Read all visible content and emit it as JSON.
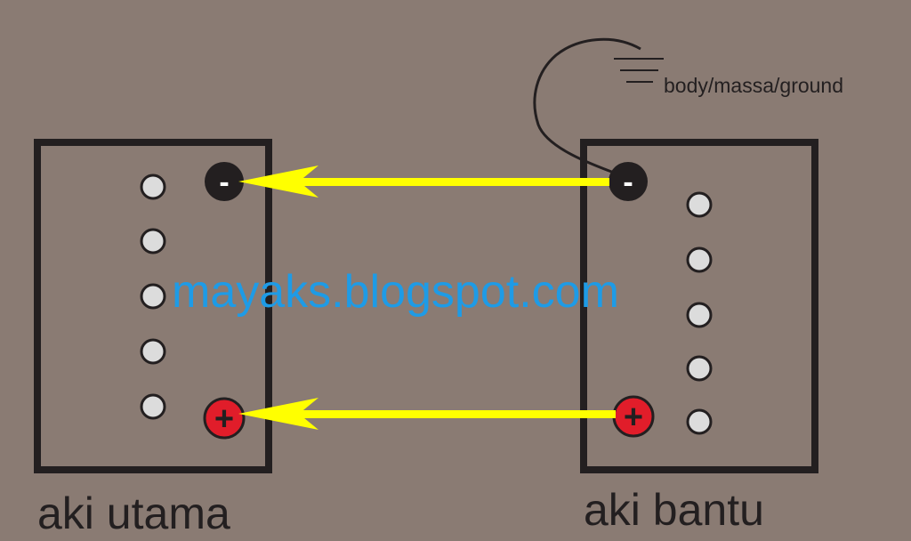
{
  "diagram": {
    "ground_label": "body/massa/ground",
    "watermark": "mayaks.blogspot.com",
    "battery_left": {
      "label": "aki utama",
      "negative_symbol": "-",
      "positive_symbol": "+"
    },
    "battery_right": {
      "label": "aki bantu",
      "negative_symbol": "-",
      "positive_symbol": "+"
    }
  },
  "colors": {
    "background": "#8a7b73",
    "outline": "#231f20",
    "cell": "#dcdcdc",
    "positive_terminal": "#e11d2a",
    "negative_terminal": "#231f20",
    "arrow": "#ffff00",
    "watermark": "#1e9be6"
  }
}
